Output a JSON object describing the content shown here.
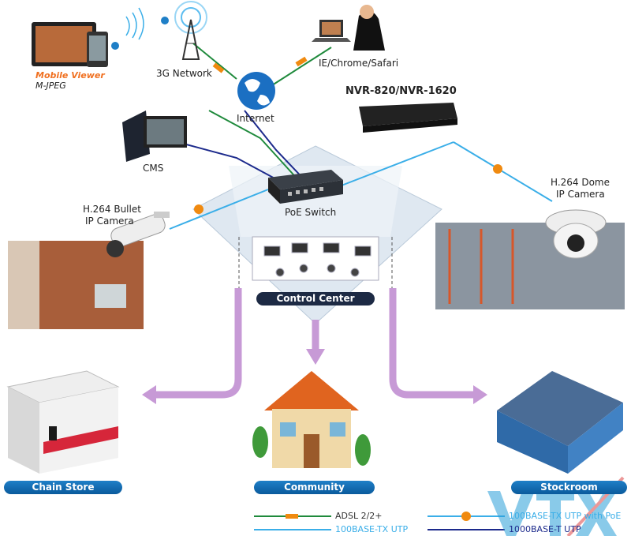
{
  "nodes": {
    "mobile_viewer": {
      "title": "Mobile Viewer",
      "subtitle": "M-JPEG"
    },
    "network_3g": "3G Network",
    "browser": "IE/Chrome/Safari",
    "internet": "Internet",
    "nvr": "NVR-820/NVR-1620",
    "cms": "CMS",
    "poe_switch": "PoE Switch",
    "bullet_camera": {
      "line1": "H.264 Bullet",
      "line2": "IP Camera"
    },
    "dome_camera": {
      "line1": "H.264 Dome",
      "line2": "IP Camera"
    },
    "control_center": "Control Center"
  },
  "destinations": [
    "Chain Store",
    "Community",
    "Stockroom"
  ],
  "legend": {
    "adsl": "ADSL 2/2+",
    "tx_utp": "100BASE-TX UTP",
    "tx_poe": "100BASE-TX UTP with PoE",
    "t_utp": "1000BASE-T UTP"
  },
  "badges": {
    "adsl": "ADSL",
    "poe": "PoE",
    "3g": "3G"
  },
  "colors": {
    "adsl": "#1f8a3c",
    "tx_utp": "#3aaee8",
    "t_utp": "#1c2a8c",
    "poe_badge": "#f08a10",
    "arrow": "#c79ad6",
    "pill": "#0f6bb3",
    "accent_orange": "#f07020"
  }
}
